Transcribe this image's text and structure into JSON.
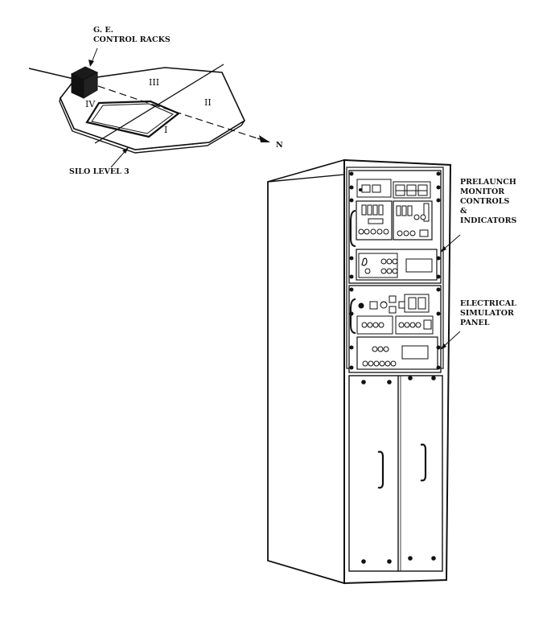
{
  "labels": {
    "control_racks": [
      "G. E.",
      "CONTROL RACKS"
    ],
    "silo_level": "SILO LEVEL 3",
    "north": "N",
    "prelaunch": [
      "PRELAUNCH",
      "MONITOR",
      "CONTROLS",
      "&",
      "INDICATORS"
    ],
    "simulator": [
      "ELECTRICAL",
      "SIMULATOR",
      "PANEL"
    ]
  },
  "quadrants": {
    "q1": "I",
    "q2": "II",
    "q3": "III",
    "q4": "IV"
  }
}
